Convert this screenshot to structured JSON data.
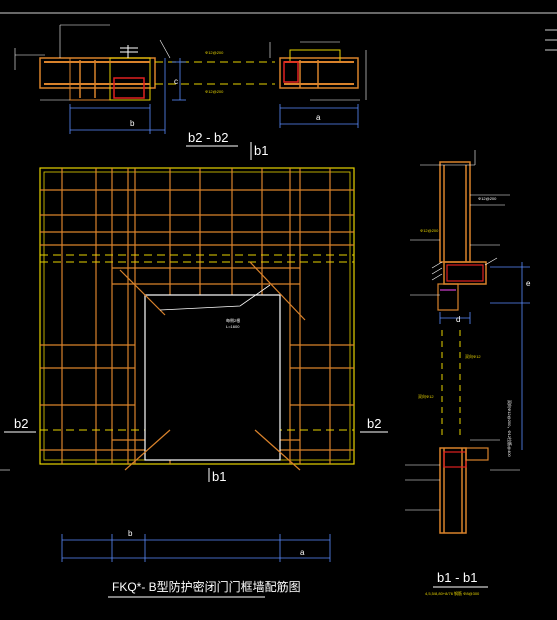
{
  "drawing": {
    "title": "FKQ*- B型防护密闭门门框墙配筋图",
    "section_b2": {
      "title": "b2 - b2",
      "dim_b": "b",
      "dim_c": "c",
      "dim_a": "a"
    },
    "section_b1": {
      "title": "b1 - b1",
      "dim_d": "d",
      "dim_e": "e",
      "note_bottom": "4,5,5/8,80+8/76 钢筋 Φ8@300"
    },
    "plan": {
      "marker_b1_top": "b1",
      "marker_b1_bottom": "b1",
      "marker_b2_left": "b2",
      "marker_b2_right": "b2",
      "dim_b": "b",
      "dim_a": "a",
      "leader_note": "每侧2根\nL=1600"
    }
  },
  "colors": {
    "background": "#000000",
    "rebar": "#d9822b",
    "line_yellow": "#e6d200",
    "text_white": "#ffffff",
    "dim_blue": "#5a8cff",
    "magenta": "#d040d0",
    "red": "#e02020",
    "green": "#40c040"
  }
}
